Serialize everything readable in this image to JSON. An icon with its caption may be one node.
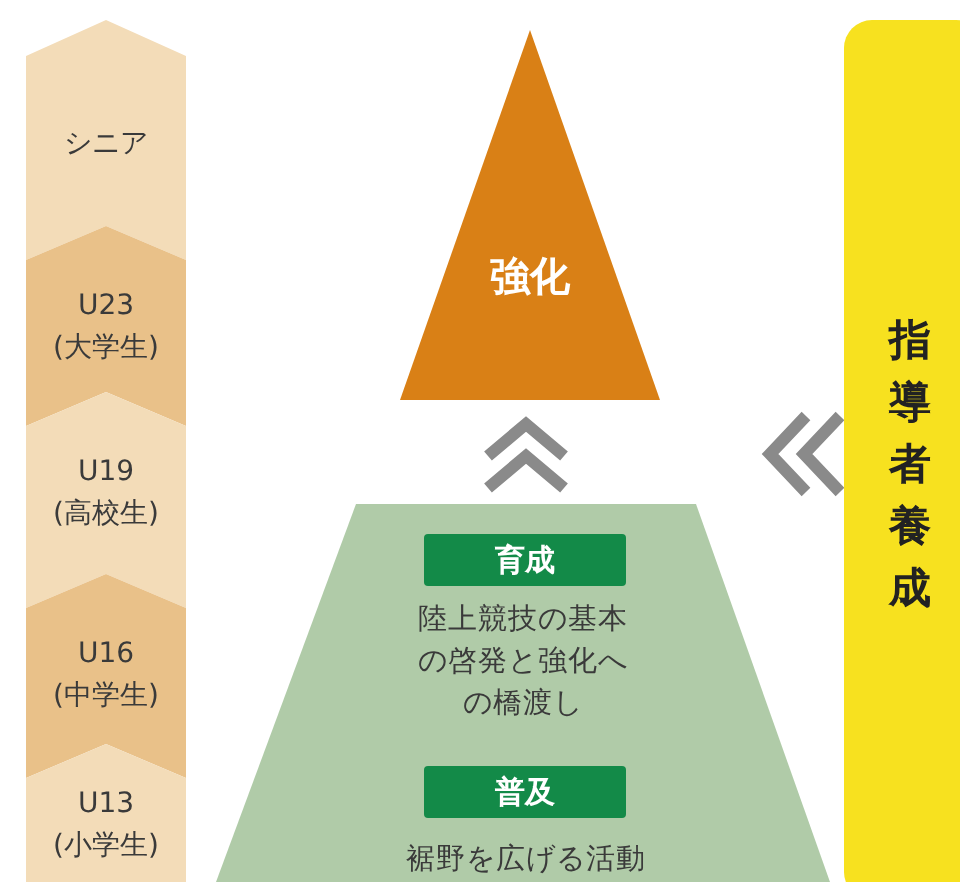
{
  "diagram": {
    "nodes": [
      {
        "text": [
          "シニア"
        ]
      },
      {
        "text": [
          "U23 (大学生)"
        ]
      },
      {
        "text": [
          "U19 (高校生)"
        ]
      },
      {
        "text": [
          "U16 (中学生)"
        ]
      },
      {
        "text": [
          "U13 (小学生)"
        ]
      },
      {
        "text": [
          "強化"
        ]
      },
      {
        "text": [
          "陸上競技の基本の啓発と強化への橋渡し",
          "裾野を広げる活動"
        ]
      },
      {
        "text": [
          "育成"
        ],
        "in": 6
      },
      {
        "text": [
          "普及"
        ],
        "in": 6
      },
      {
        "text": [
          "指導者養成"
        ]
      }
    ],
    "edges": [
      {
        "from": 6,
        "to": 5,
        "arrow": "to"
      },
      {
        "from": 9,
        "to": null,
        "arrow": "to"
      }
    ]
  }
}
